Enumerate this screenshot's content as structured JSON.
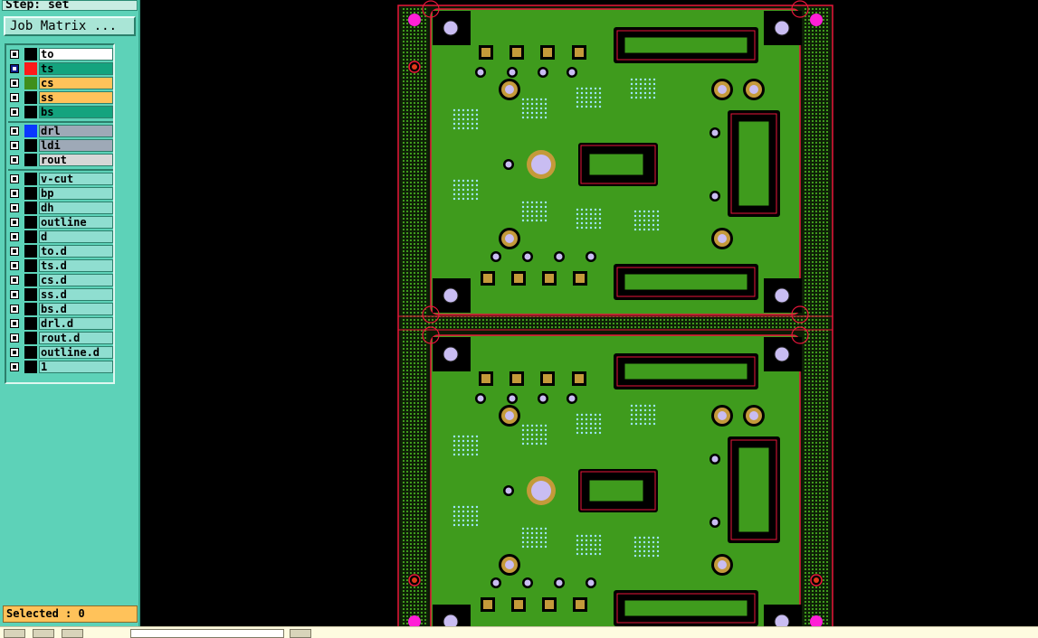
{
  "step": {
    "label": "Step: set"
  },
  "job_matrix": {
    "label": "Job Matrix ..."
  },
  "layers_group1": [
    {
      "name": "to",
      "color": "#000000",
      "bg": "#ffffff",
      "active": false
    },
    {
      "name": "ts",
      "color": "#ff1a1a",
      "bg": "#14a37e",
      "active": true
    },
    {
      "name": "cs",
      "color": "#3f8f1c",
      "bg": "#ffc25a",
      "active": false
    },
    {
      "name": "ss",
      "color": "#000000",
      "bg": "#ffc25a",
      "active": false
    },
    {
      "name": "bs",
      "color": "#000000",
      "bg": "#14a37e",
      "active": false
    }
  ],
  "layers_group2": [
    {
      "name": "drl",
      "color": "#0a38ff",
      "bg": "#9ea9b7",
      "active": false
    },
    {
      "name": "ldi",
      "color": "#000000",
      "bg": "#9ea9b7",
      "active": false
    },
    {
      "name": "rout",
      "color": "#000000",
      "bg": "#d7d7d7",
      "active": false
    }
  ],
  "layers_group3": [
    {
      "name": "v-cut"
    },
    {
      "name": "bp"
    },
    {
      "name": "dh"
    },
    {
      "name": "outline"
    },
    {
      "name": "d"
    },
    {
      "name": "to.d"
    },
    {
      "name": "ts.d"
    },
    {
      "name": "cs.d"
    },
    {
      "name": "ss.d"
    },
    {
      "name": "bs.d"
    },
    {
      "name": "drl.d"
    },
    {
      "name": "rout.d"
    },
    {
      "name": "outline.d"
    },
    {
      "name": "1"
    }
  ],
  "status": {
    "selected": "Selected : 0"
  },
  "colors": {
    "panel": "#5dd2b8",
    "board": "#3f9b1d",
    "pad": "#c49a3a",
    "outline": "#e8163a",
    "hole": "#c9bdf2",
    "magenta": "#ff1fd6"
  }
}
